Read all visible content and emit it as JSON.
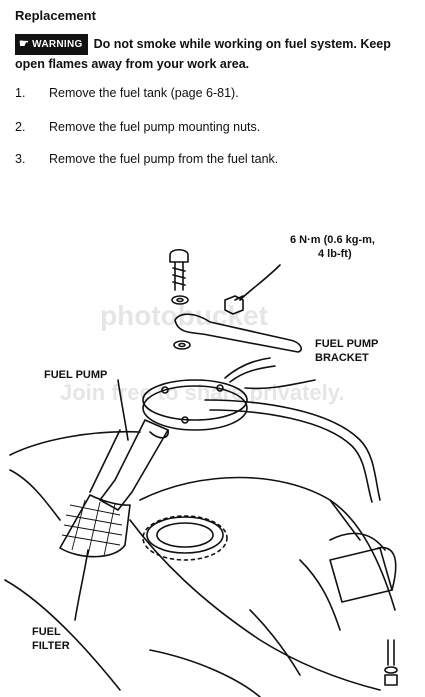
{
  "section": {
    "heading": "Replacement"
  },
  "warning": {
    "badge_label": "WARNING",
    "text": "Do not smoke while working on fuel system. Keep open flames away from your work area."
  },
  "steps": [
    {
      "number": "1.",
      "text": "Remove the fuel tank (page 6-81)."
    },
    {
      "number": "2.",
      "text": "Remove the fuel pump mounting nuts."
    },
    {
      "number": "3.",
      "text": "Remove the fuel pump from the fuel tank."
    }
  ],
  "diagram": {
    "torque_spec_line1": "6 N·m (0.6 kg-m,",
    "torque_spec_line2": "4 lb-ft)",
    "fuel_pump_label": "FUEL PUMP",
    "bracket_label_line1": "FUEL PUMP",
    "bracket_label_line2": "BRACKET",
    "filter_label_line1": "FUEL",
    "filter_label_line2": "FILTER"
  },
  "watermark": {
    "line1": "photobucket",
    "line2": "Join free to share privately."
  }
}
